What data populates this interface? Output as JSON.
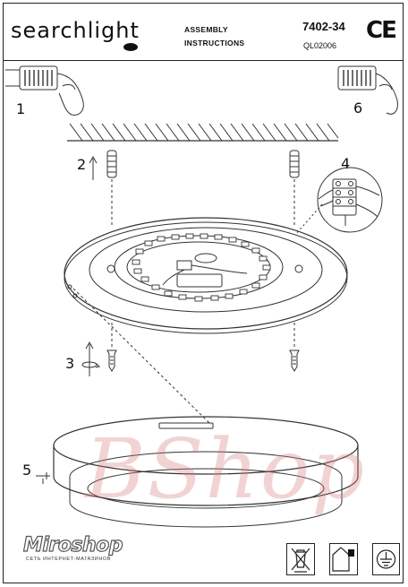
{
  "header": {
    "brand": "searchlight",
    "title_line1": "ASSEMBLY",
    "title_line2": "INSTRUCTIONS",
    "model": "7402-34",
    "code": "QL02006",
    "certification": "CE"
  },
  "steps": [
    "1",
    "2",
    "3",
    "4",
    "5",
    "6"
  ],
  "watermark": {
    "logo": "Miroshop",
    "tagline": "СЕТЬ ИНТЕРНЕТ-МАГАЗИНОВ",
    "overlay": "BShop"
  },
  "symbols": [
    "weee-bin-icon",
    "indoor-use-icon",
    "earth-ground-icon"
  ]
}
